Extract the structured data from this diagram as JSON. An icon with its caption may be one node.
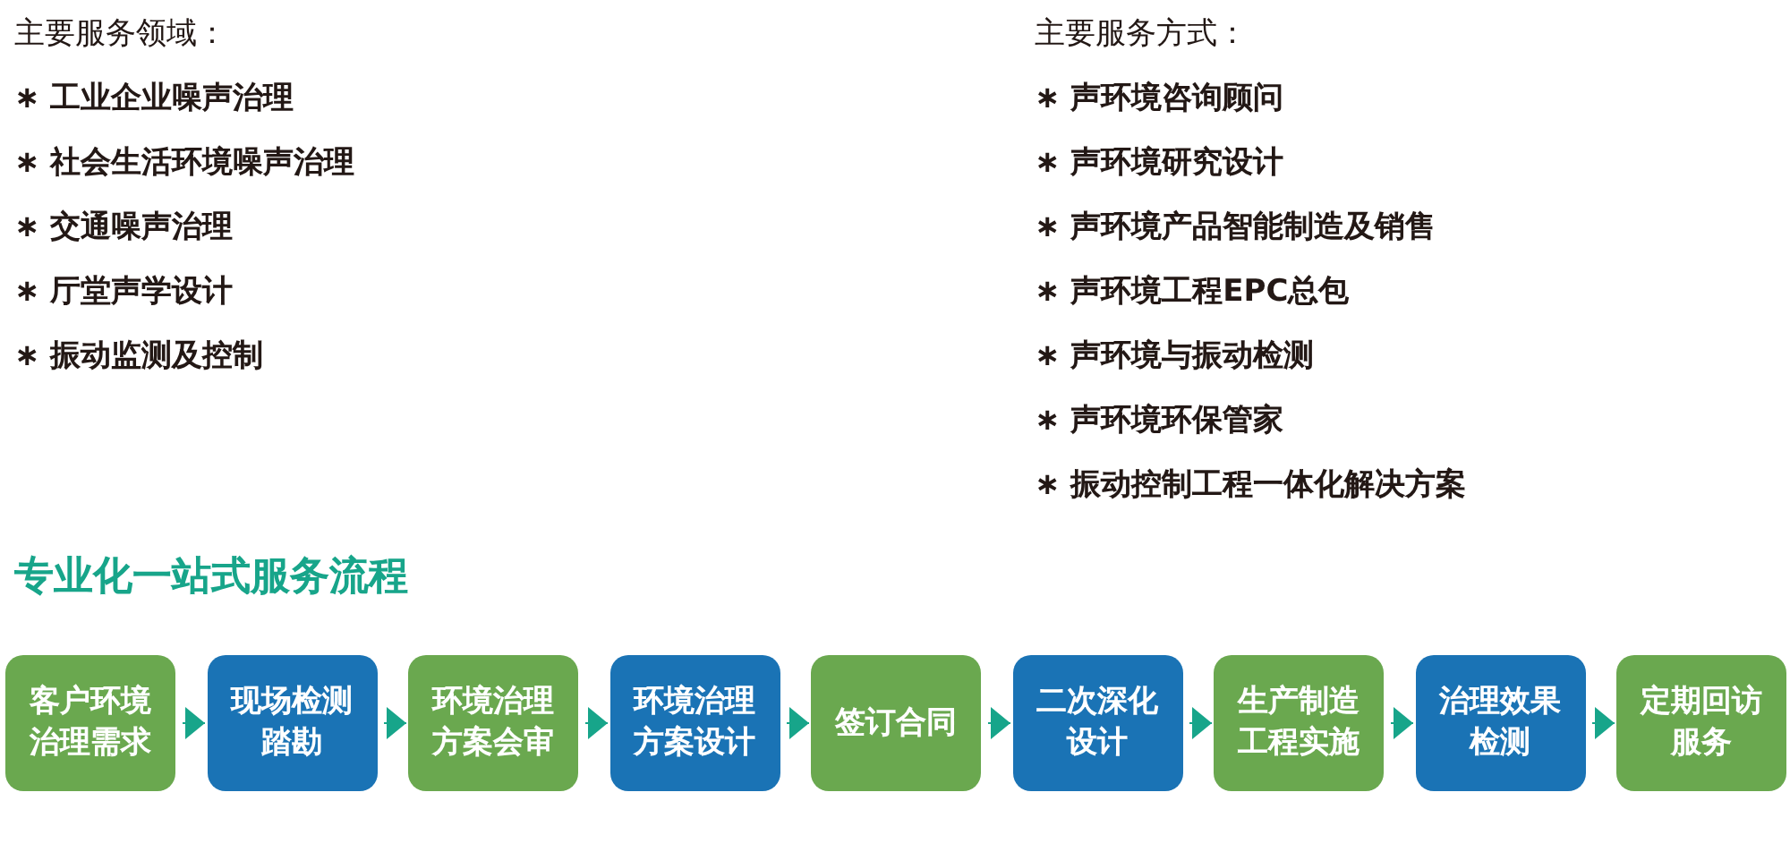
{
  "diagram": {
    "title": "专业化一站式服务流程",
    "nodes": [
      {
        "text": [
          "客户环境治理需求"
        ]
      },
      {
        "text": [
          "现场检测踏勘"
        ]
      },
      {
        "text": [
          "环境治理方案会审"
        ]
      },
      {
        "text": [
          "环境治理方案设计"
        ]
      },
      {
        "text": [
          "签订合同"
        ]
      },
      {
        "text": [
          "二次深化设计"
        ]
      },
      {
        "text": [
          "生产制造工程实施"
        ]
      },
      {
        "text": [
          "治理效果检测"
        ]
      },
      {
        "text": [
          "定期回访服务"
        ]
      }
    ],
    "edges": [
      {
        "from": 0,
        "to": 1,
        "arrow": "to"
      },
      {
        "from": 1,
        "to": 2,
        "arrow": "to"
      },
      {
        "from": 2,
        "to": 3,
        "arrow": "to"
      },
      {
        "from": 3,
        "to": 4,
        "arrow": "to"
      },
      {
        "from": 4,
        "to": 5,
        "arrow": "to"
      },
      {
        "from": 5,
        "to": 6,
        "arrow": "to"
      },
      {
        "from": 6,
        "to": 7,
        "arrow": "to"
      },
      {
        "from": 7,
        "to": 8,
        "arrow": "to"
      }
    ],
    "labels": [
      "主要服务领域：",
      "∗ 工业企业噪声治理",
      "∗ 社会生活环境噪声治理",
      "∗ 交通噪声治理",
      "∗ 厅堂声学设计",
      "∗ 振动监测及控制",
      "主要服务方式：",
      "∗ 声环境咨询顾问",
      "∗ 声环境研究设计",
      "∗ 声环境产品智能制造及销售",
      "∗ 声环境工程EPC总包",
      "∗ 声环境与振动检测",
      "∗ 声环境环保管家",
      "∗ 振动控制工程一体化解决方案"
    ]
  }
}
